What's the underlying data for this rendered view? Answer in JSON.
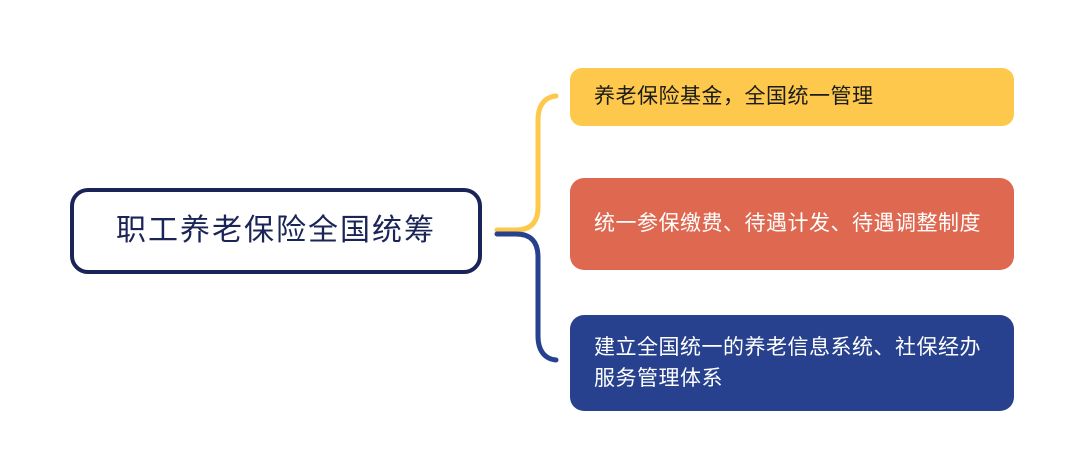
{
  "diagram": {
    "type": "bracket-mindmap",
    "root": {
      "label": "职工养老保险全国统筹",
      "border_color": "#1a2456",
      "text_color": "#1a2456",
      "fill_color": "#ffffff"
    },
    "branches": [
      {
        "id": "branch-fund",
        "label": "养老保险基金，全国统一管理",
        "fill_color": "#FDC84B",
        "text_color": "#1b1b1b",
        "connector_color": "#FDC84B"
      },
      {
        "id": "branch-system",
        "label": "统一参保缴费、待遇计发、待遇调整制度",
        "fill_color": "#DF6850",
        "text_color": "#ffffff",
        "connector_color": "#FDC84B"
      },
      {
        "id": "branch-info",
        "label": "建立全国统一的养老信息系统、社保经办服务管理体系",
        "fill_color": "#27418E",
        "text_color": "#ffffff",
        "connector_color": "#27418E"
      }
    ],
    "connectors": {
      "upper_bracket_color": "#FDC84B",
      "lower_bracket_color": "#27418E",
      "stroke_width": 5
    },
    "background_color": "#ffffff"
  }
}
